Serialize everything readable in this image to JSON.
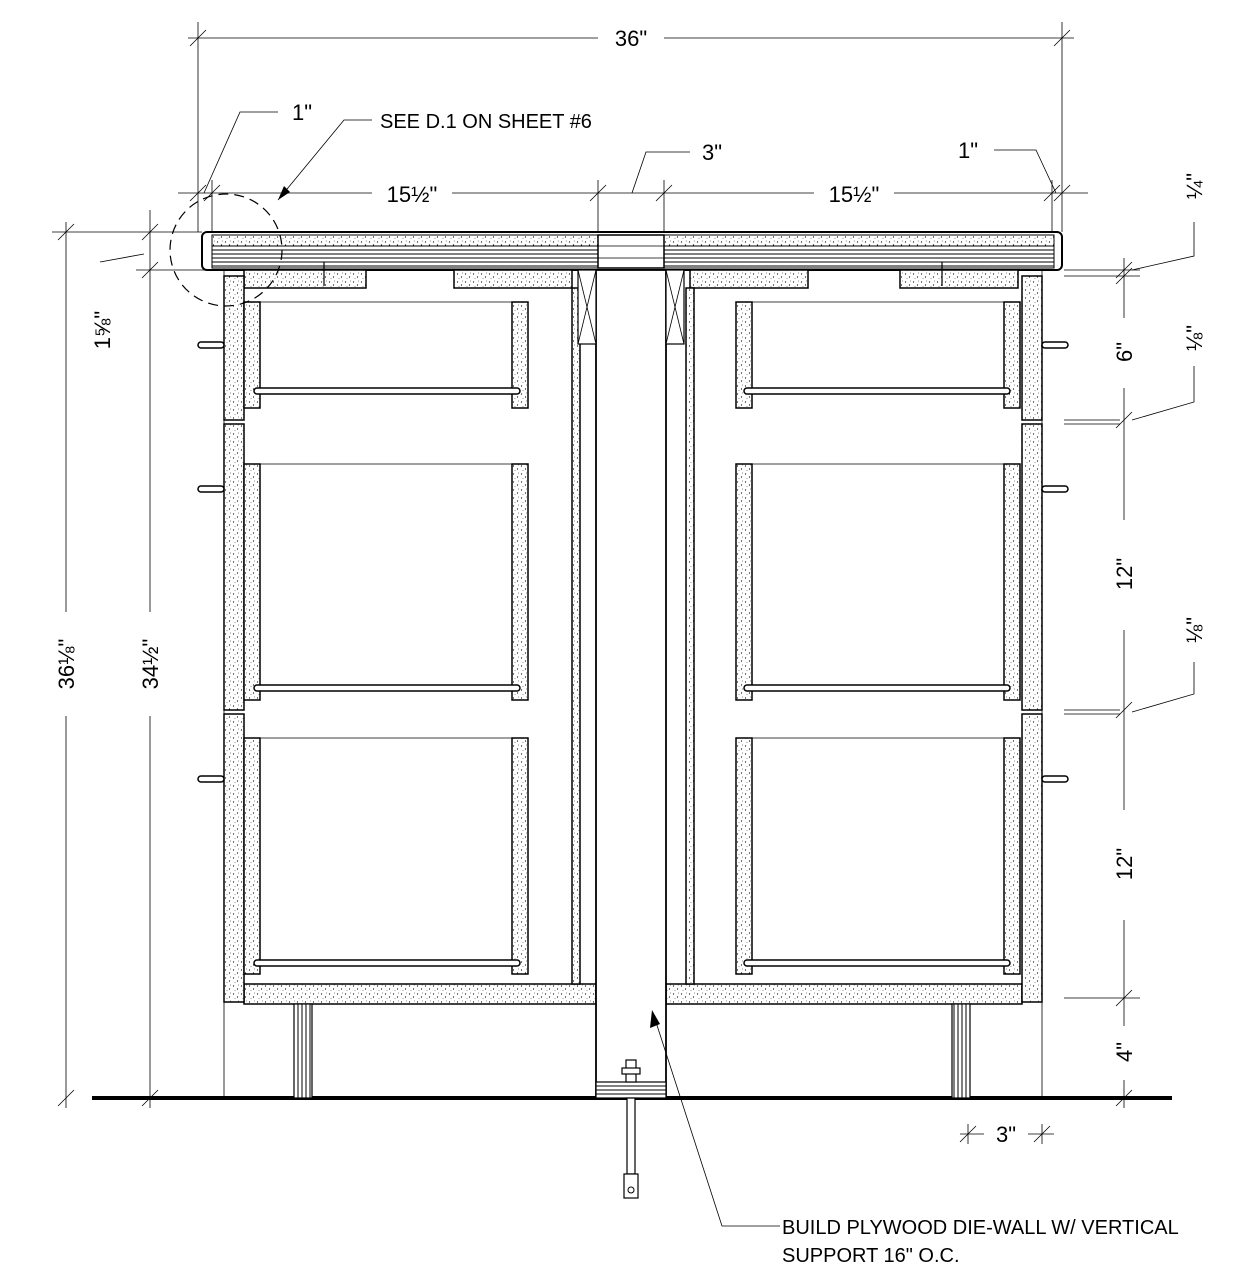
{
  "dimensions": {
    "overall_width": "36\"",
    "left_overhang": "1\"",
    "right_overhang": "1\"",
    "left_bay": "15½\"",
    "right_bay": "15½\"",
    "center_gap": "3\"",
    "overall_height": "36⅛\"",
    "cabinet_height": "34½\"",
    "top_thickness": "1⅝\"",
    "reveal_top": "¼\"",
    "drawer_1": "6\"",
    "reveal_1": "⅛\"",
    "drawer_2": "12\"",
    "reveal_2": "⅛\"",
    "drawer_3": "12\"",
    "toe_kick": "4\"",
    "toe_setback": "3\""
  },
  "notes": {
    "see_detail": "SEE D.1 ON SHEET #6",
    "die_wall_line1": "BUILD PLYWOOD DIE-WALL W/ VERTICAL",
    "die_wall_line2": "SUPPORT 16\" O.C."
  }
}
